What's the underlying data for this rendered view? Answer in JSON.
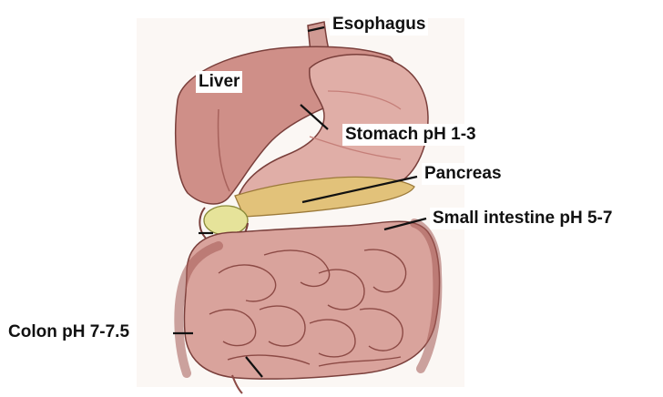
{
  "labels": {
    "esophagus": "Esophagus",
    "liver": "Liver",
    "stomach": "Stomach pH 1-3",
    "pancreas": "Pancreas",
    "small_intestine": "Small intestine pH 5-7",
    "colon": "Colon pH 7-7.5"
  },
  "colors": {
    "organ_fill": "#d9a39c",
    "organ_shade": "#c57f79",
    "liver_fill": "#cf8f88",
    "pancreas_fill": "#e2c27a",
    "gallbladder_fill": "#e6e39a",
    "outline": "#7a3f3b",
    "leader": "#111111"
  }
}
